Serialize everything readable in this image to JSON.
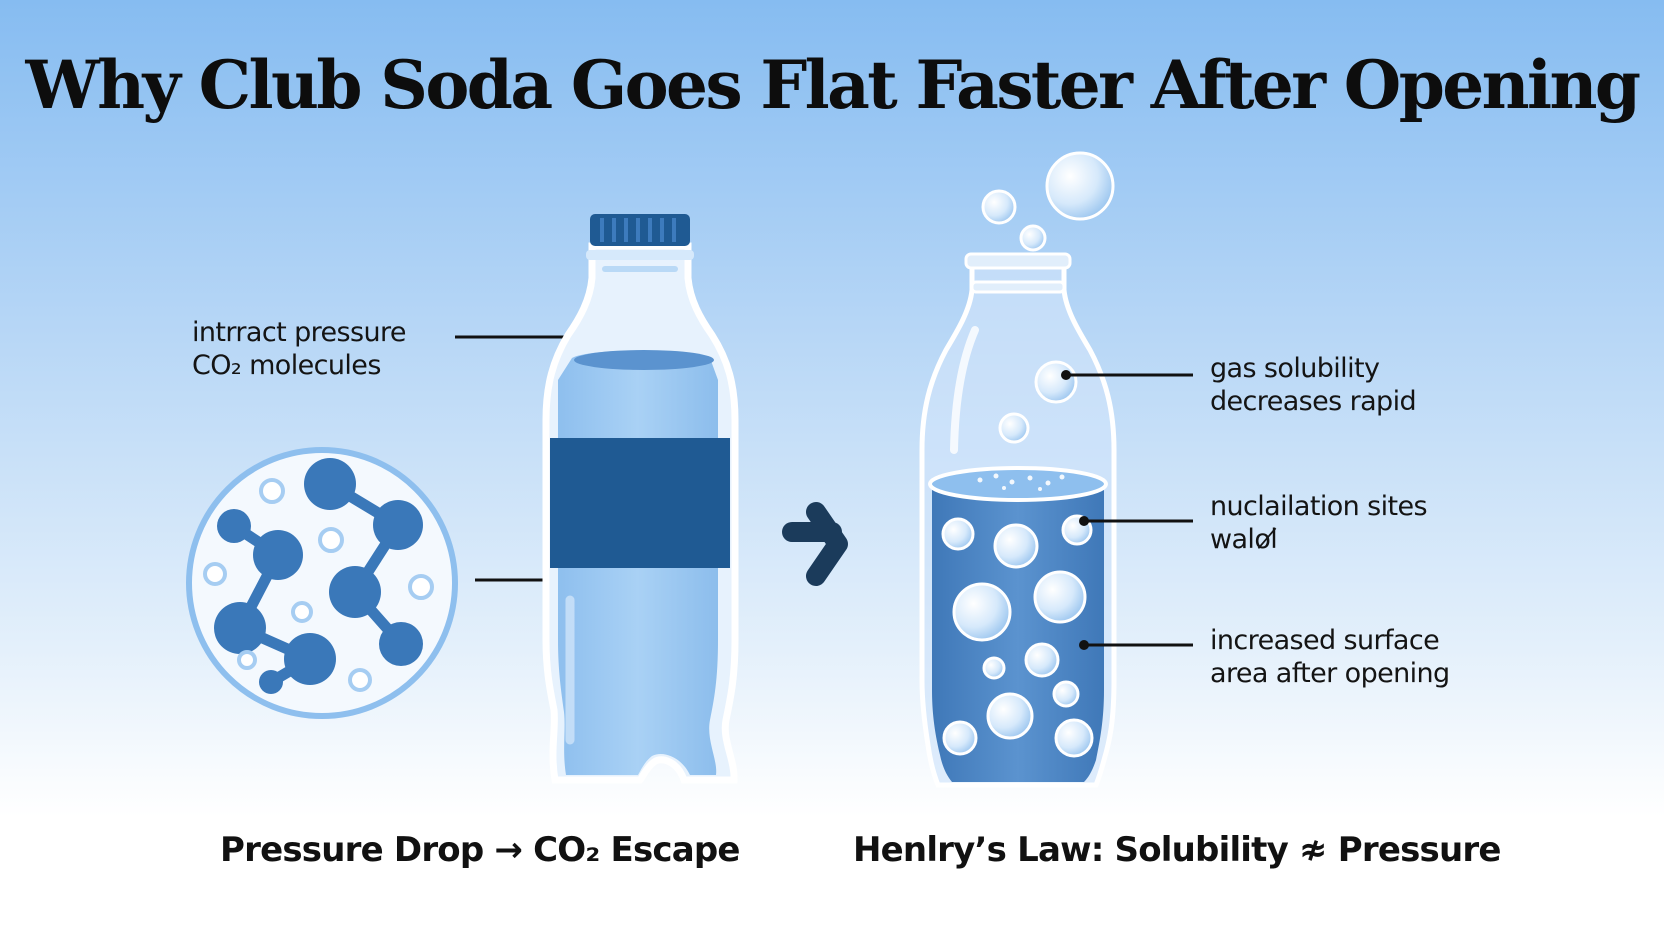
{
  "title": "Why Club Soda Goes Flat Faster After Opening",
  "labels": {
    "left_top": {
      "line1": "intrract pressure",
      "line2": "CO₂ molecules"
    },
    "right_1": {
      "line1": "gas solubility",
      "line2": "decreases rapid"
    },
    "right_2": {
      "line1": "nuclailation sites",
      "line2": "walol̸"
    },
    "right_3": {
      "line1": "increased surface",
      "line2": "area after opening"
    }
  },
  "captions": {
    "left": "Pressure Drop → CO₂ Escape",
    "right": "Henlry’s Law: Solubility ≉ Pressure"
  },
  "colors": {
    "dark_blue": "#1f5a93",
    "mid_blue": "#3d7bbd",
    "light_blue": "#a6cdf2",
    "arrow": "#1b3b5b"
  },
  "icons": [
    "molecule-circle-icon",
    "sealed-bottle-icon",
    "right-arrow-icon",
    "open-bottle-icon"
  ]
}
